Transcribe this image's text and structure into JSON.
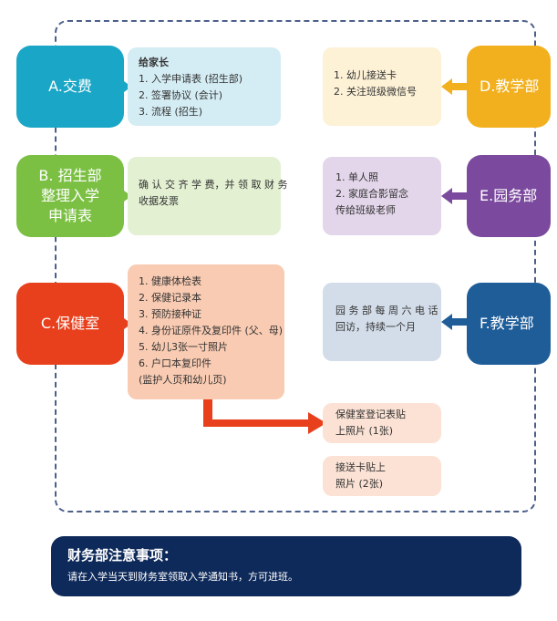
{
  "colors": {
    "teal": "#1aa6c6",
    "green": "#7bc043",
    "red": "#e8401c",
    "gold": "#f2b01e",
    "purple": "#7b4a9e",
    "navy": "#1f5d99",
    "footer": "#0e2a5a"
  },
  "steps": {
    "a": {
      "label": "A.交费",
      "lines": [
        "给家长",
        "1. 入学申请表 (招生部)",
        "2. 签署协议 (会计)",
        "3. 流程 (招生)"
      ]
    },
    "b": {
      "label_lines": [
        "B. 招生部",
        "整理入学",
        "申请表"
      ],
      "lines": [
        "确 认 交 齐 学 费，并 领 取 财 务",
        "收据发票"
      ]
    },
    "c": {
      "label": "C.保健室",
      "lines": [
        "1. 健康体检表",
        "2. 保健记录本",
        "3. 预防接种证",
        "4. 身份证原件及复印件 (父、母)",
        "5. 幼儿3张一寸照片",
        "6. 户口本复印件",
        "(监护人页和幼儿页)"
      ]
    },
    "c_sub1": {
      "lines": [
        "保健室登记表贴",
        "上照片 (1张)"
      ]
    },
    "c_sub2": {
      "lines": [
        "接送卡贴上",
        "照片 (2张)"
      ]
    },
    "d": {
      "label": "D.教学部",
      "lines": [
        "1. 幼儿接送卡",
        "2. 关注班级微信号"
      ]
    },
    "e": {
      "label": "E.园务部",
      "lines": [
        "1. 单人照",
        "2. 家庭合影留念",
        "传给班级老师"
      ]
    },
    "f": {
      "label": "F.教学部",
      "lines": [
        "园 务 部 每 周 六 电 话",
        "回访，持续一个月"
      ]
    }
  },
  "footer": {
    "title": "财务部注意事项：",
    "text": "请在入学当天到财务室领取入学通知书，方可进班。"
  }
}
